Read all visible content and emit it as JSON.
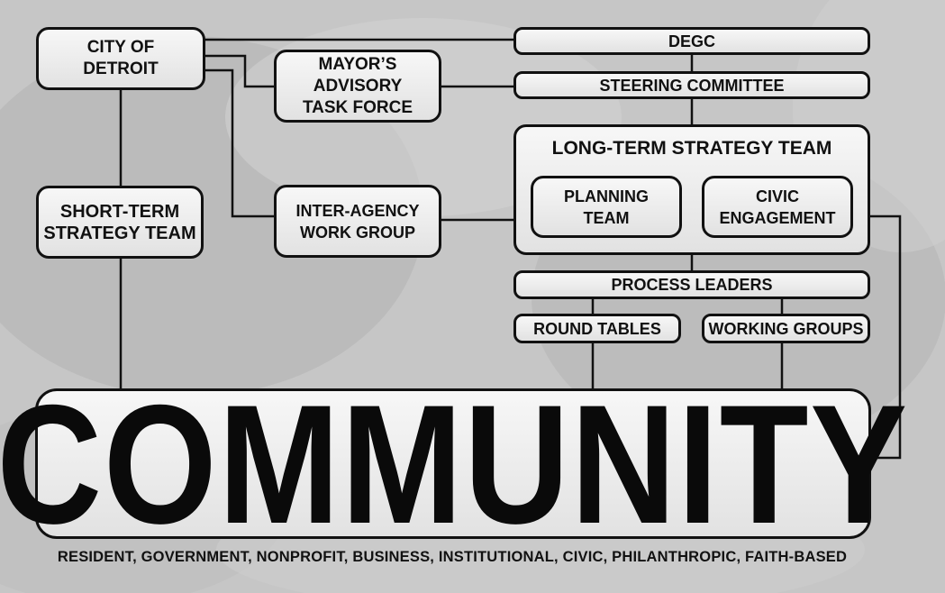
{
  "nodes": {
    "city": "CITY OF\nDETROIT",
    "degc": "DEGC",
    "mayors_task_force": "MAYOR’S\nADVISORY\nTASK FORCE",
    "steering_committee": "STEERING COMMITTEE",
    "long_term_team": "LONG-TERM STRATEGY TEAM",
    "planning_team": "PLANNING\nTEAM",
    "civic_engagement": "CIVIC\nENGAGEMENT",
    "short_term_team": "SHORT-TERM\nSTRATEGY TEAM",
    "inter_agency": "INTER-AGENCY\nWORK GROUP",
    "process_leaders": "PROCESS LEADERS",
    "round_tables": "ROUND TABLES",
    "working_groups": "WORKING GROUPS",
    "community": "COMMUNITY"
  },
  "footer": "RESIDENT, GOVERNMENT, NONPROFIT, BUSINESS, INSTITUTIONAL, CIVIC, PHILANTHROPIC, FAITH-BASED",
  "colors": {
    "background": "#c4c4c4",
    "box_fill": "#eeeeee",
    "line": "#111111"
  }
}
